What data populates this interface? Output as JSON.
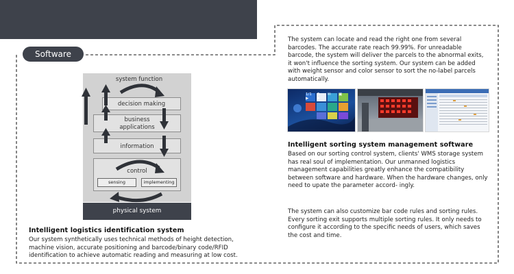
{
  "software_tab": {
    "label": "Software"
  },
  "right_panel": {
    "intro_text": "The system can locate and read the right one from several barcodes. The accurate rate reach 99.99%. For unreadable barcode, the system will deliver the parcels to the abnormal exits, it won't influence the sorting system. Our system can be added with weight sensor and color sensor to sort the no-label parcels automatically.",
    "mgmt_heading": "Intelligent sorting system management software",
    "mgmt_text": "Based on our sorting control system, clients' WMS storage system has real soul of implementation. Our unmanned logistics management capabilities greatly    enhance the compatibility between software and hardware. When the hardware changes, only need to upate the parameter accord- ingly.",
    "custom_text": "The system can also customize bar code rules and sorting rules. Every sorting exit supports multiple sorting rules. It only needs to configure it according to the specific needs of users, which saves the cost and time."
  },
  "screenshots": {
    "tablet_tiles": [
      "1/1",
      "⚙",
      "✉",
      "▣",
      "▶",
      "★"
    ]
  },
  "diagram": {
    "system_function": "system function",
    "decision_making": "decision making",
    "business_applications_line1": "business",
    "business_applications_line2": "applications",
    "information": "information",
    "control": "control",
    "sensing": "sensing",
    "implementing": "implementing",
    "physical_system": "physical system"
  },
  "left_section": {
    "heading": "Intelligent logistics identification system",
    "text": "Our system synthetically uses technical methods of height detection, machine vision, accurate positioning and barcode/binary code/RFID identification to achieve automatic reading and measuring at low cost."
  },
  "colors": {
    "dark_slate": "#3e424b",
    "diagram_bg": "#d2d2d2",
    "arrow": "#2f3238",
    "tablet_blue": "#1b4f9c"
  }
}
